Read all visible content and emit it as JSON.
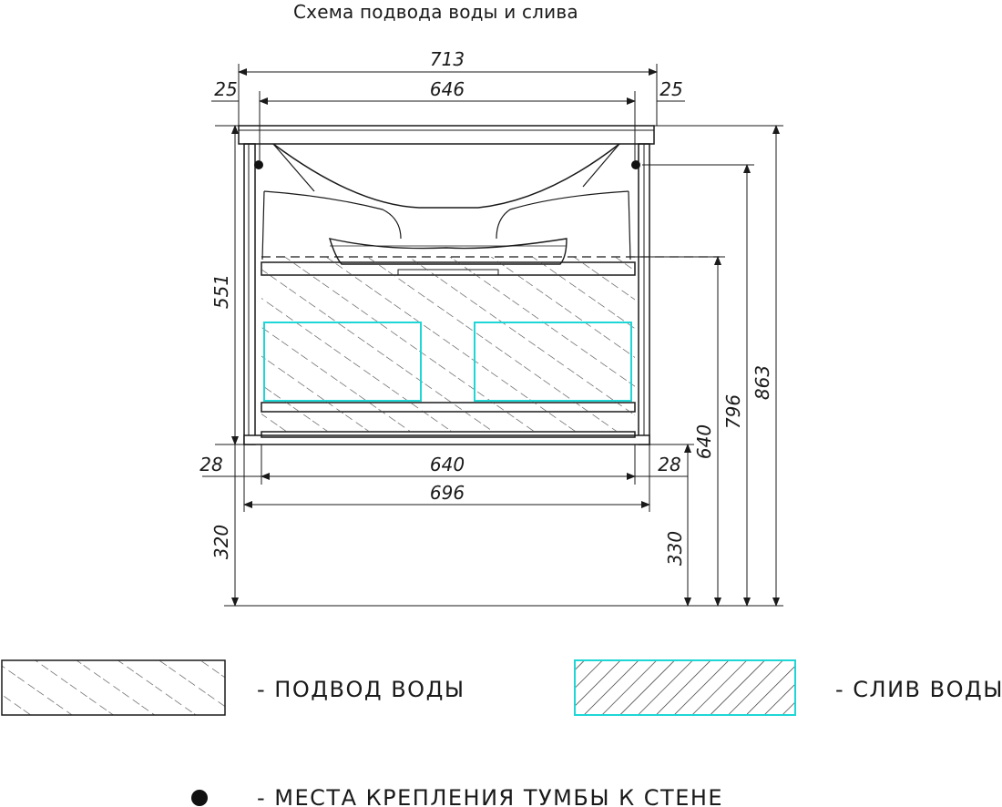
{
  "title": "Схема подвода воды и слива",
  "dimensions": {
    "overall_width": "713",
    "inner_top_width": "646",
    "top_left_offset": "25",
    "top_right_offset": "25",
    "left_height": "551",
    "bottom_inner_width": "640",
    "bottom_left_offset": "28",
    "bottom_right_offset": "28",
    "bottom_width": "696",
    "floor_left": "320",
    "water_supply_height": "640",
    "mount_height": "796",
    "total_height": "863",
    "drain_height": "330"
  },
  "legend": {
    "water_supply": "- ПОДВОД  ВОДЫ",
    "drain": "- СЛИВ  ВОДЫ",
    "mount_points": "- МЕСТА  КРЕПЛЕНИЯ  ТУМБЫ  К  СТЕНЕ"
  },
  "colors": {
    "line": "#1a1a1a",
    "drain_outline": "#1fd6d6"
  }
}
